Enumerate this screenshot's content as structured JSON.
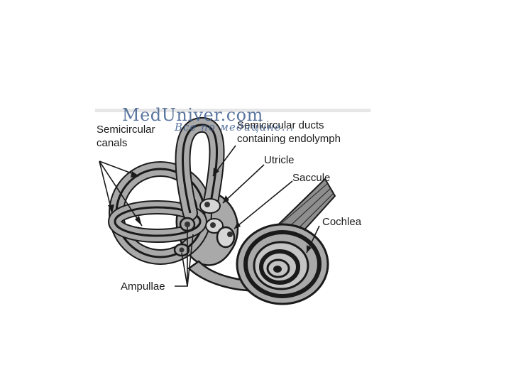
{
  "watermark": {
    "site": "MedUniver.com",
    "tagline": "Все по медицине..."
  },
  "labels": {
    "semicircular_line1": "Semicircular",
    "semicircular_line2": "canals",
    "ducts_line1": "Semicircular ducts",
    "ducts_line2": "containing endolymph",
    "utricle": "Utricle",
    "saccule": "Saccule",
    "cochlea": "Cochlea",
    "ampullae": "Ampullae"
  },
  "colors": {
    "tissue_fill": "#a9a9a9",
    "lumen_fill": "#d6d6d6",
    "outline": "#1a1a1a",
    "watermark": "#3f5f8f"
  }
}
